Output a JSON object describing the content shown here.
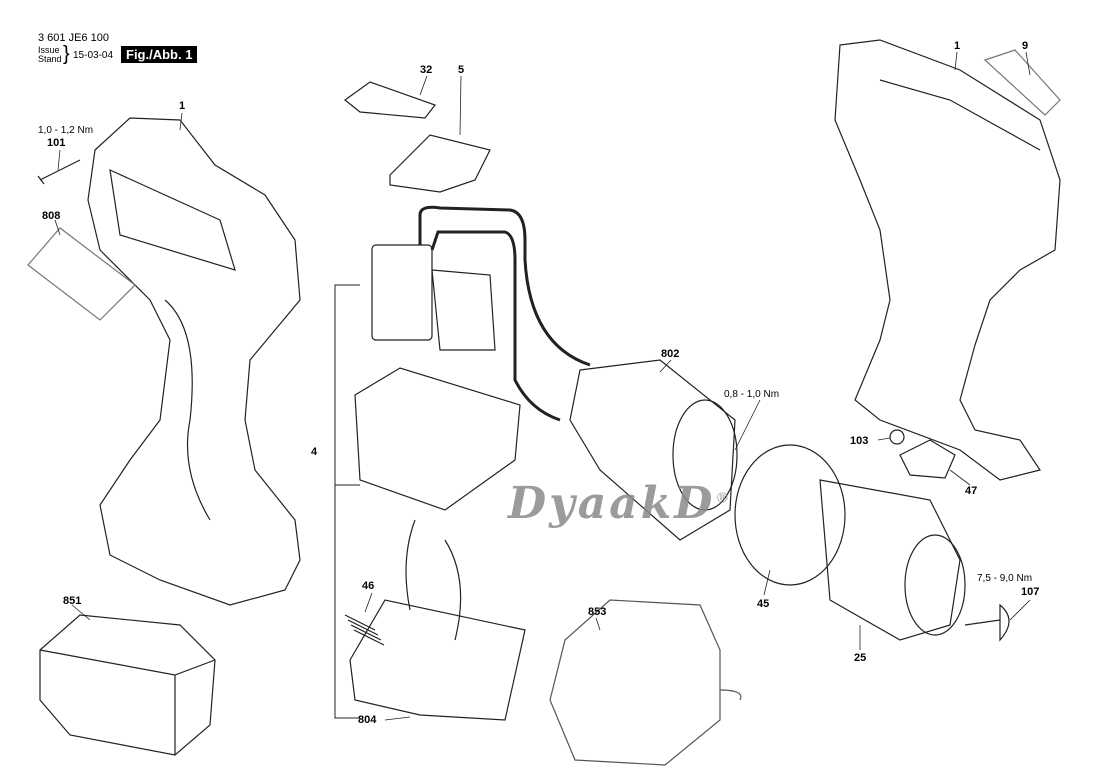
{
  "header": {
    "doc_number": "3 601 JE6 100",
    "issue_label": "Issue",
    "stand_label": "Stand",
    "date": "15-03-04",
    "figure_label": "Fig./Abb. 1"
  },
  "watermark": {
    "text": "DyaakD",
    "mark": "®"
  },
  "parts": {
    "housing_left": "1",
    "screw": "101",
    "screw_torque": "1,0 - 1,2 Nm",
    "label_808": "808",
    "battery": "851",
    "part_32": "32",
    "part_5": "5",
    "switch_group": "4",
    "spring": "46",
    "part_804": "804",
    "motor": "802",
    "motor_torque": "0,8 - 1,0 Nm",
    "gearbox": "45",
    "chuck": "25",
    "charger": "853",
    "housing_right": "1",
    "label_9": "9",
    "part_103": "103",
    "part_47": "47",
    "chuck_screw_torque": "7,5 - 9,0 Nm",
    "chuck_screw": "107"
  }
}
